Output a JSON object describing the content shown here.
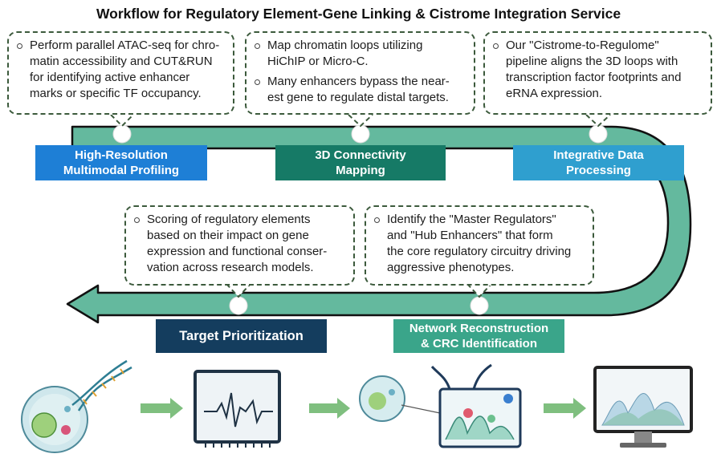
{
  "title": "Workflow for Regulatory Element-Gene Linking & Cistrome Integration Service",
  "colors": {
    "track_fill": "#64b99e",
    "track_stroke": "#111111",
    "bubble_border": "#3c5a3c",
    "stage_profiling": "#1e7fd6",
    "stage_connectivity": "#167a66",
    "stage_processing": "#2f9fcf",
    "stage_prioritization": "#143d5e",
    "stage_network": "#3aa58a",
    "arrow_green": "#7fbf7f"
  },
  "bubbles": [
    {
      "items": [
        "Perform parallel ATAC-seq for chro-|matin accessibility and CUT&RUN|for identifying active enhancer|marks or specific TF occupancy."
      ]
    },
    {
      "items": [
        "Map chromatin loops utilizing|HiChIP or Micro-C.",
        "Many enhancers bypass the near-|est gene to regulate distal targets."
      ]
    },
    {
      "items": [
        "Our \"Cistrome-to-Regulome\"|pipeline aligns the 3D loops with|transcription factor footprints and|eRNA expression."
      ]
    },
    {
      "items": [
        "Scoring of regulatory elements|based on their impact on gene|expression and functional conser-|vation across research models."
      ]
    },
    {
      "items": [
        "Identify the \"Master Regulators\"|and \"Hub Enhancers\" that form|the core regulatory circuitry driving|aggressive phenotypes."
      ]
    }
  ],
  "stages": [
    {
      "lines": [
        "High-Resolution",
        "Multimodal Profiling"
      ],
      "color_key": "stage_profiling"
    },
    {
      "lines": [
        "3D Connectivity",
        "Mapping"
      ],
      "color_key": "stage_connectivity"
    },
    {
      "lines": [
        "Integrative Data",
        "Processing"
      ],
      "color_key": "stage_processing"
    },
    {
      "lines": [
        "Target Prioritization"
      ],
      "color_key": "stage_prioritization"
    },
    {
      "lines": [
        "Network Reconstruction",
        "& CRC Identification"
      ],
      "color_key": "stage_network"
    }
  ],
  "illustrations": [
    {
      "name": "cell-dna-sample-illustration",
      "icon": "cell-with-dna-helix"
    },
    {
      "name": "sequencing-signal-monitor-illustration",
      "icon": "signal-waveform-screen"
    },
    {
      "name": "network-analysis-illustration",
      "icon": "cell-and-network-chart"
    },
    {
      "name": "results-monitor-illustration",
      "icon": "desktop-monitor-with-peaks"
    }
  ]
}
